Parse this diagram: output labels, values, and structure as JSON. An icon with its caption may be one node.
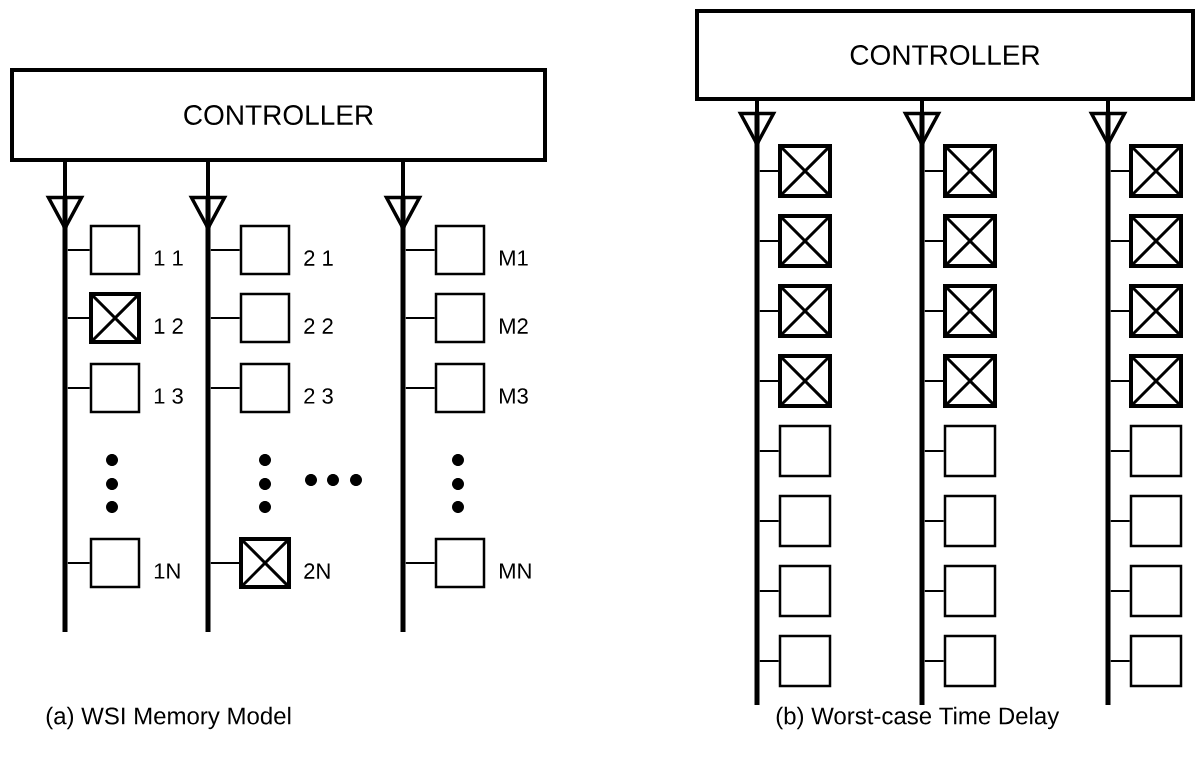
{
  "diagram": {
    "nodes": [
      {
        "text": [
          "CONTROLLER"
        ]
      },
      {
        "text": [],
        "shape": "bar"
      },
      {
        "text": [],
        "shape": "bar"
      },
      {
        "text": [],
        "shape": "bar"
      },
      {
        "text": [],
        "shape": "box",
        "beside": [
          "1 1"
        ]
      },
      {
        "text": [],
        "shape": "crossed-box",
        "beside": [
          "1 2"
        ]
      },
      {
        "text": [],
        "shape": "box",
        "beside": [
          "1 3"
        ]
      },
      {
        "text": [],
        "shape": "box",
        "beside": [
          "1N"
        ]
      },
      {
        "text": [],
        "shape": "box",
        "beside": [
          "2 1"
        ]
      },
      {
        "text": [],
        "shape": "box",
        "beside": [
          "2 2"
        ]
      },
      {
        "text": [],
        "shape": "box",
        "beside": [
          "2 3"
        ]
      },
      {
        "text": [],
        "shape": "crossed-box",
        "beside": [
          "2N"
        ]
      },
      {
        "text": [],
        "shape": "box",
        "beside": [
          "M1"
        ]
      },
      {
        "text": [],
        "shape": "box",
        "beside": [
          "M2"
        ]
      },
      {
        "text": [],
        "shape": "box",
        "beside": [
          "M3"
        ]
      },
      {
        "text": [],
        "shape": "box",
        "beside": [
          "MN"
        ]
      },
      {
        "text": [
          "CONTROLLER"
        ]
      },
      {
        "text": [],
        "shape": "bar"
      },
      {
        "text": [],
        "shape": "bar"
      },
      {
        "text": [],
        "shape": "bar"
      },
      {
        "text": [],
        "shape": "crossed-box"
      },
      {
        "text": [],
        "shape": "crossed-box"
      },
      {
        "text": [],
        "shape": "crossed-box"
      },
      {
        "text": [],
        "shape": "crossed-box"
      },
      {
        "text": [],
        "shape": "box"
      },
      {
        "text": [],
        "shape": "box"
      },
      {
        "text": [],
        "shape": "box"
      },
      {
        "text": [],
        "shape": "box"
      },
      {
        "text": [],
        "shape": "crossed-box"
      },
      {
        "text": [],
        "shape": "crossed-box"
      },
      {
        "text": [],
        "shape": "crossed-box"
      },
      {
        "text": [],
        "shape": "crossed-box"
      },
      {
        "text": [],
        "shape": "box"
      },
      {
        "text": [],
        "shape": "box"
      },
      {
        "text": [],
        "shape": "box"
      },
      {
        "text": [],
        "shape": "box"
      },
      {
        "text": [],
        "shape": "crossed-box"
      },
      {
        "text": [],
        "shape": "crossed-box"
      },
      {
        "text": [],
        "shape": "crossed-box"
      },
      {
        "text": [],
        "shape": "crossed-box"
      },
      {
        "text": [],
        "shape": "box"
      },
      {
        "text": [],
        "shape": "box"
      },
      {
        "text": [],
        "shape": "box"
      },
      {
        "text": [],
        "shape": "box"
      }
    ],
    "edges": [
      {
        "from": 0,
        "to": 1,
        "arrow": "to",
        "style": "thick"
      },
      {
        "from": 0,
        "to": 2,
        "arrow": "to",
        "style": "thick"
      },
      {
        "from": 0,
        "to": 3,
        "arrow": "to",
        "style": "thick"
      },
      {
        "from": 1,
        "to": 4,
        "arrow": "none"
      },
      {
        "from": 1,
        "to": 5,
        "arrow": "none"
      },
      {
        "from": 1,
        "to": 6,
        "arrow": "none"
      },
      {
        "from": 1,
        "to": 7,
        "arrow": "none"
      },
      {
        "from": 2,
        "to": 8,
        "arrow": "none"
      },
      {
        "from": 2,
        "to": 9,
        "arrow": "none"
      },
      {
        "from": 2,
        "to": 10,
        "arrow": "none"
      },
      {
        "from": 2,
        "to": 11,
        "arrow": "none"
      },
      {
        "from": 3,
        "to": 12,
        "arrow": "none"
      },
      {
        "from": 3,
        "to": 13,
        "arrow": "none"
      },
      {
        "from": 3,
        "to": 14,
        "arrow": "none"
      },
      {
        "from": 3,
        "to": 15,
        "arrow": "none"
      },
      {
        "from": 16,
        "to": 17,
        "arrow": "to",
        "style": "thick"
      },
      {
        "from": 16,
        "to": 18,
        "arrow": "to",
        "style": "thick"
      },
      {
        "from": 16,
        "to": 19,
        "arrow": "to",
        "style": "thick"
      },
      {
        "from": 17,
        "to": 20,
        "arrow": "none"
      },
      {
        "from": 17,
        "to": 21,
        "arrow": "none"
      },
      {
        "from": 17,
        "to": 22,
        "arrow": "none"
      },
      {
        "from": 17,
        "to": 23,
        "arrow": "none"
      },
      {
        "from": 17,
        "to": 24,
        "arrow": "none"
      },
      {
        "from": 17,
        "to": 25,
        "arrow": "none"
      },
      {
        "from": 17,
        "to": 26,
        "arrow": "none"
      },
      {
        "from": 17,
        "to": 27,
        "arrow": "none"
      },
      {
        "from": 18,
        "to": 28,
        "arrow": "none"
      },
      {
        "from": 18,
        "to": 29,
        "arrow": "none"
      },
      {
        "from": 18,
        "to": 30,
        "arrow": "none"
      },
      {
        "from": 18,
        "to": 31,
        "arrow": "none"
      },
      {
        "from": 18,
        "to": 32,
        "arrow": "none"
      },
      {
        "from": 18,
        "to": 33,
        "arrow": "none"
      },
      {
        "from": 18,
        "to": 34,
        "arrow": "none"
      },
      {
        "from": 18,
        "to": 35,
        "arrow": "none"
      },
      {
        "from": 19,
        "to": 36,
        "arrow": "none"
      },
      {
        "from": 19,
        "to": 37,
        "arrow": "none"
      },
      {
        "from": 19,
        "to": 38,
        "arrow": "none"
      },
      {
        "from": 19,
        "to": 39,
        "arrow": "none"
      },
      {
        "from": 19,
        "to": 40,
        "arrow": "none"
      },
      {
        "from": 19,
        "to": 41,
        "arrow": "none"
      },
      {
        "from": 19,
        "to": 42,
        "arrow": "none"
      },
      {
        "from": 19,
        "to": 43,
        "arrow": "none"
      }
    ],
    "labels": [
      "(a) WSI Memory Model",
      "(b) Worst-case Time Delay"
    ]
  }
}
